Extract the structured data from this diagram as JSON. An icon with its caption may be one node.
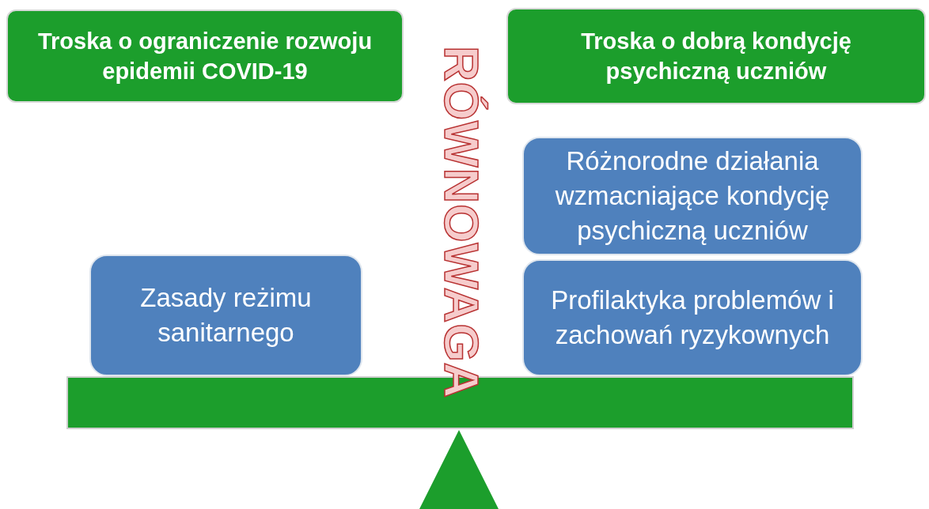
{
  "diagram": {
    "nodes": [
      {
        "text": [
          "Troska o ograniczenie rozwoju epidemii COVID-19"
        ]
      },
      {
        "text": [
          "Troska o dobrą kondycję psychiczną uczniów"
        ]
      },
      {
        "text": [
          "Różnorodne działania wzmacniające kondycję psychiczną uczniów"
        ]
      },
      {
        "text": [
          "Zasady reżimu sanitarnego"
        ]
      },
      {
        "text": [
          "Profilaktyka problemów i zachowań ryzykownych"
        ]
      }
    ],
    "edges": [],
    "labels": [
      "RÓWNOWAGA"
    ]
  }
}
